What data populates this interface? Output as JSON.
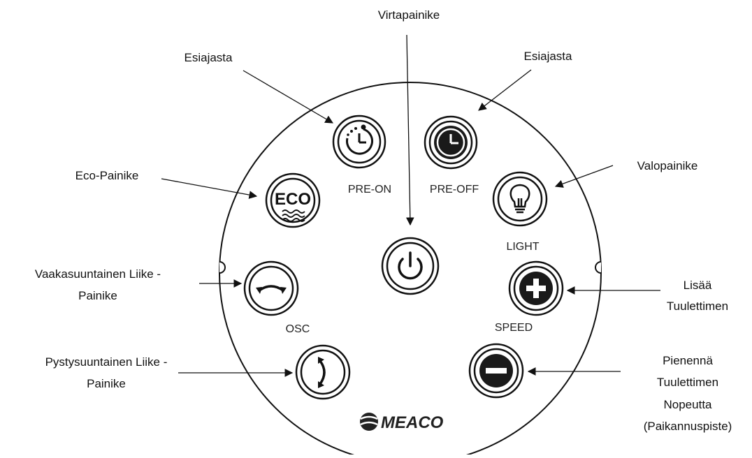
{
  "colors": {
    "line": "#111111",
    "button_fill": "#ffffff",
    "icon_dark": "#1a1a1a",
    "background": "#ffffff"
  },
  "callouts": {
    "power": "Virtapainike",
    "pre_on": "Esiajasta",
    "pre_off": "Esiajasta",
    "eco": "Eco-Painike",
    "light": "Valopainike",
    "osc_line1": "Vaakasuuntainen Liike -",
    "osc_line2": "Painike",
    "vertical_line1": "Pystysuuntainen Liike -",
    "vertical_line2": "Painike",
    "speed_up_line1": "Lisää",
    "speed_up_line2": "Tuulettimen",
    "speed_down_line1": "Pienennä",
    "speed_down_line2": "Tuulettimen",
    "speed_down_line3": "Nopeutta",
    "speed_down_line4": "(Paikannuspiste)"
  },
  "panel": {
    "labels": {
      "pre_on": "PRE-ON",
      "pre_off": "PRE-OFF",
      "light": "LIGHT",
      "osc": "OSC",
      "speed": "SPEED",
      "eco": "ECO"
    },
    "brand": "MEACO"
  },
  "icons": {
    "power": "power-icon",
    "pre_on": "timer-dotted-icon",
    "pre_off": "clock-filled-icon",
    "eco": "eco-waves-icon",
    "light": "lightbulb-icon",
    "osc": "horizontal-swing-icon",
    "vertical": "vertical-swing-icon",
    "speed_up": "plus-icon",
    "speed_down": "minus-icon",
    "brand": "meaco-logo-icon"
  }
}
